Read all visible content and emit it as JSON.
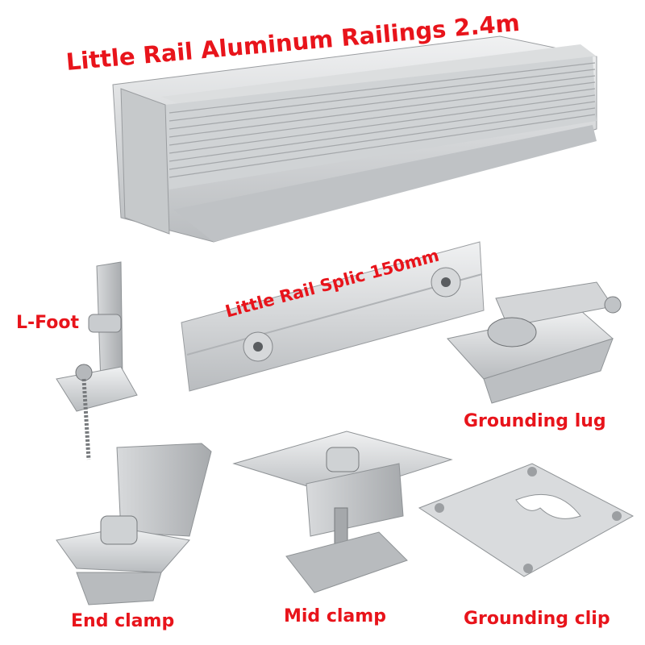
{
  "labels": {
    "rail": "Little Rail Aluminum Railings 2.4m",
    "splice": "Little Rail Splic 150mm",
    "lfoot": "L-Foot",
    "grounding_lug": "Grounding lug",
    "end_clamp": "End clamp",
    "mid_clamp": "Mid clamp",
    "grounding_clip": "Grounding clip"
  },
  "colors": {
    "label": "#e8141b",
    "metal_light": "#e4e6e8",
    "metal_mid": "#c3c6c9",
    "metal_dark": "#8f9396"
  }
}
